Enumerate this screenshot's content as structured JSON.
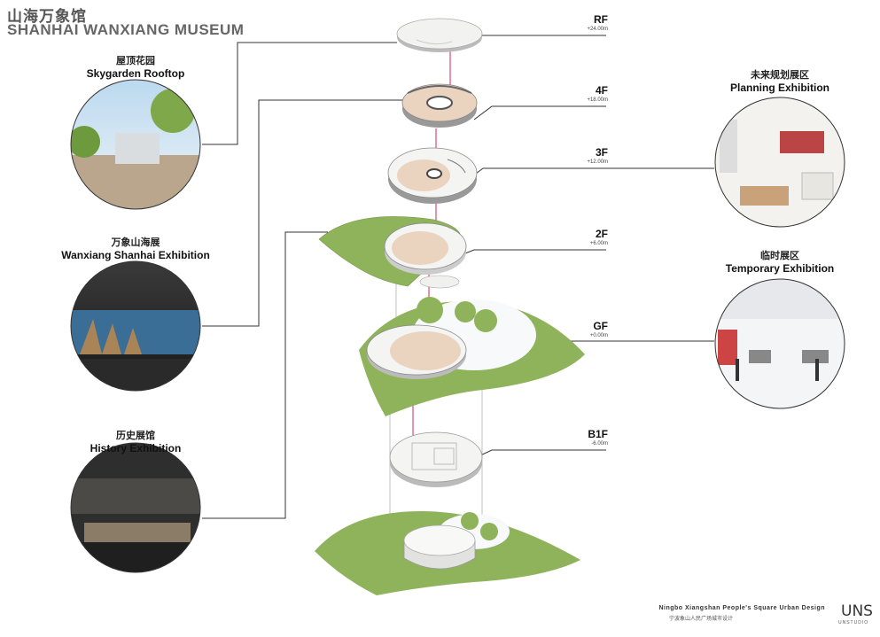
{
  "header": {
    "title_cn": "山海万象馆",
    "title_en": "SHANHAI WANXIANG MUSEUM"
  },
  "photos": [
    {
      "cn": "屋顶花园",
      "en": "Skygarden Rooftop"
    },
    {
      "cn": "万象山海展",
      "en": "Wanxiang Shanhai Exhibition"
    },
    {
      "cn": "历史展馆",
      "en": "History Exhibition"
    },
    {
      "cn": "未来规划展区",
      "en": "Planning Exhibition"
    },
    {
      "cn": "临时展区",
      "en": "Temporary Exhibition"
    }
  ],
  "floors": [
    {
      "name": "RF",
      "elev": "+24.00m"
    },
    {
      "name": "4F",
      "elev": "+18.00m"
    },
    {
      "name": "3F",
      "elev": "+12.00m"
    },
    {
      "name": "2F",
      "elev": "+6.00m"
    },
    {
      "name": "GF",
      "elev": "+0.00m"
    },
    {
      "name": "B1F",
      "elev": "-6.00m"
    }
  ],
  "footer": {
    "project_en": "Ningbo Xiangshan People's Square Urban Design",
    "project_cn": "宁波象山人民广场城市设计",
    "logo": "UNS",
    "logo_sub": "UNSTUDIO"
  },
  "colors": {
    "grass": "#8fb35a",
    "floor_wood": "#e9d2bd",
    "leader_line": "#333333",
    "circulation": "#e0457b"
  }
}
